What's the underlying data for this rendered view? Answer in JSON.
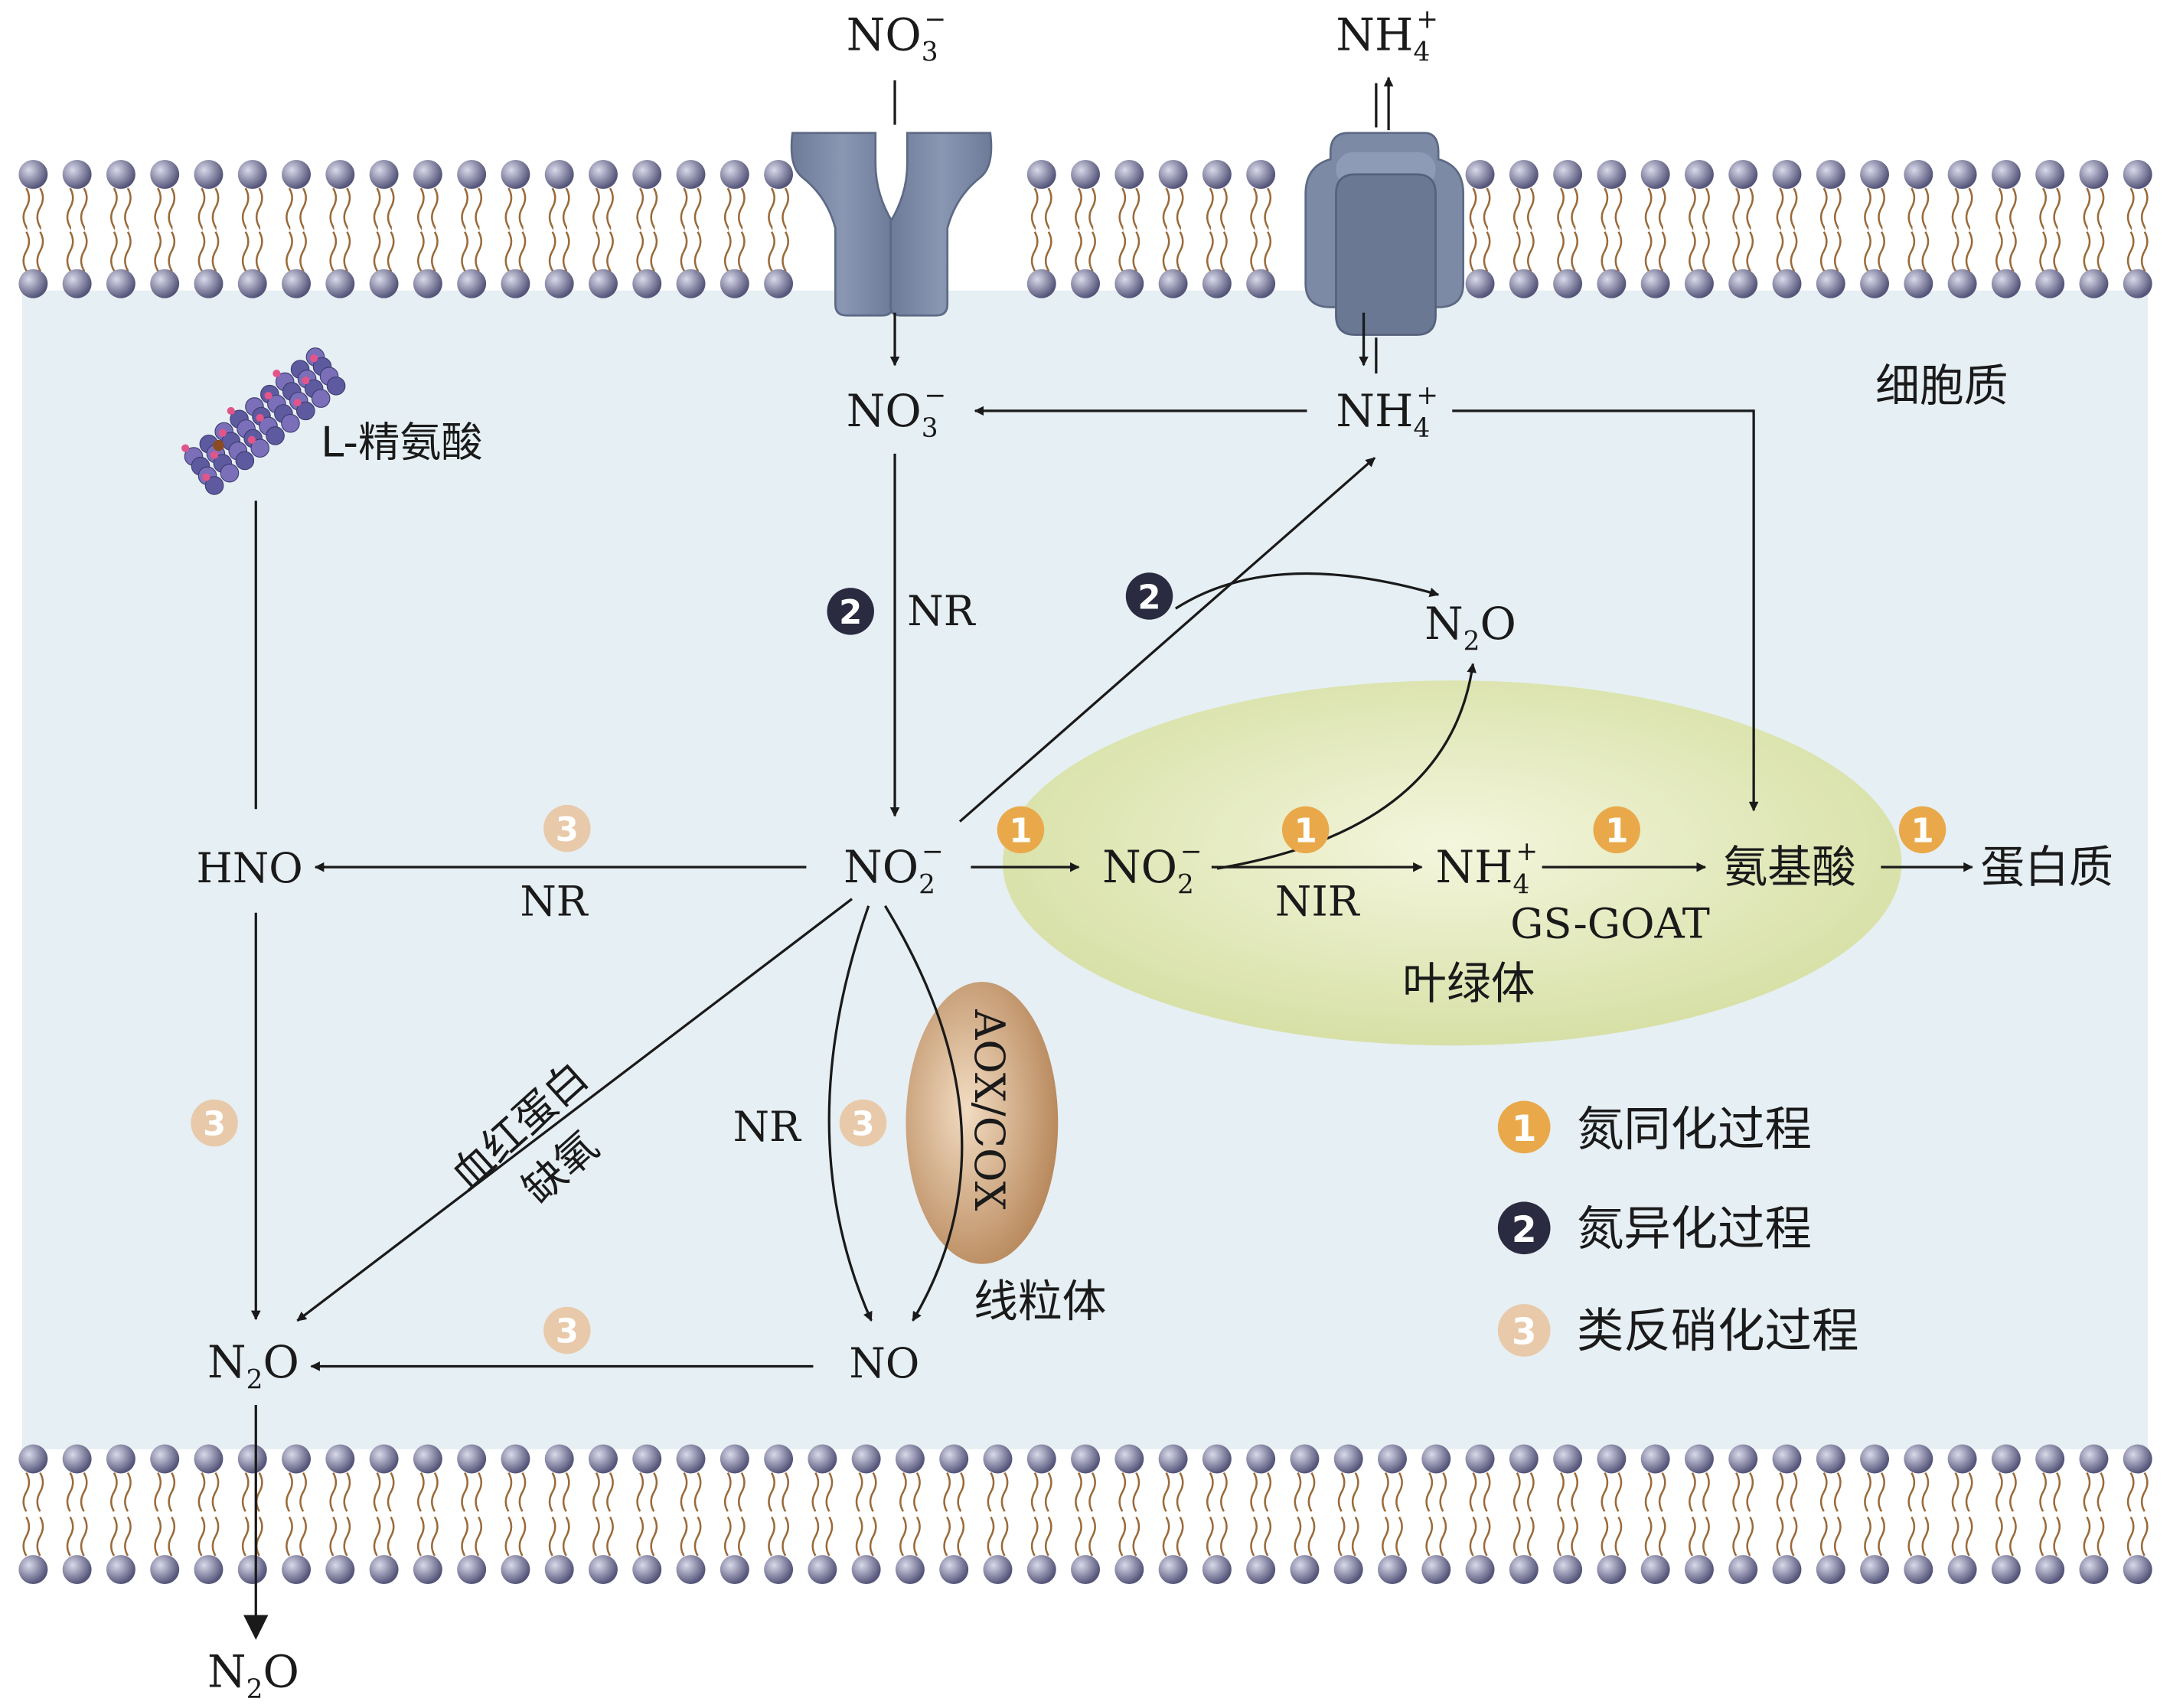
{
  "colors": {
    "cytoplasm": "#e6eff3",
    "chloroplast": "#dfe6b3",
    "mitochondrion": "#c9a47e",
    "transporter": "#7c8aa6",
    "lipid_head": "#6f6f8a",
    "lipid_tail": "#9a6a3a",
    "badge_assimilation": "#e9a94a",
    "badge_dissimilation": "#2a2a40",
    "badge_denitrification": "#e8c9a9",
    "arrow": "#1a1a1a"
  },
  "labels": {
    "no3_outside": "NO",
    "no3_outside_sub": "3",
    "no3_outside_sup": "−",
    "nh4_outside": "NH",
    "nh4_outside_sub": "4",
    "nh4_outside_sup": "+",
    "no3_inside": "NO",
    "no3_inside_sub": "3",
    "no3_inside_sup": "−",
    "nh4_inside": "NH",
    "nh4_inside_sub": "4",
    "nh4_inside_sup": "+",
    "cytoplasm": "细胞质",
    "l_arginine": "L-精氨酸",
    "nr_top": "NR",
    "n2o_top": "N",
    "n2o_top_sub": "2",
    "n2o_top_end": "O",
    "hno": "HNO",
    "nr_left": "NR",
    "no2_center": "NO",
    "no2_center_sub": "2",
    "no2_center_sup": "−",
    "no2_chloro": "NO",
    "no2_chloro_sub": "2",
    "no2_chloro_sup": "−",
    "nir": "NIR",
    "nh4_chloro": "NH",
    "nh4_chloro_sub": "4",
    "nh4_chloro_sup": "+",
    "amino_acid": "氨基酸",
    "protein": "蛋白质",
    "gs_goat": "GS-GOAT",
    "chloroplast": "叶绿体",
    "aox_cox": "AOX/COX",
    "mitochondrion": "线粒体",
    "hemoglobin": "血红蛋白",
    "hypoxia": "缺氧",
    "nr_mito": "NR",
    "n2o_left": "N",
    "n2o_left_sub": "2",
    "n2o_left_end": "O",
    "no": "NO",
    "n2o_out": "N",
    "n2o_out_sub": "2",
    "n2o_out_end": "O"
  },
  "badges": {
    "one": "1",
    "two": "2",
    "three": "3"
  },
  "legend": [
    {
      "num": "1",
      "text": "氮同化过程"
    },
    {
      "num": "2",
      "text": "氮异化过程"
    },
    {
      "num": "3",
      "text": "类反硝化过程"
    }
  ]
}
